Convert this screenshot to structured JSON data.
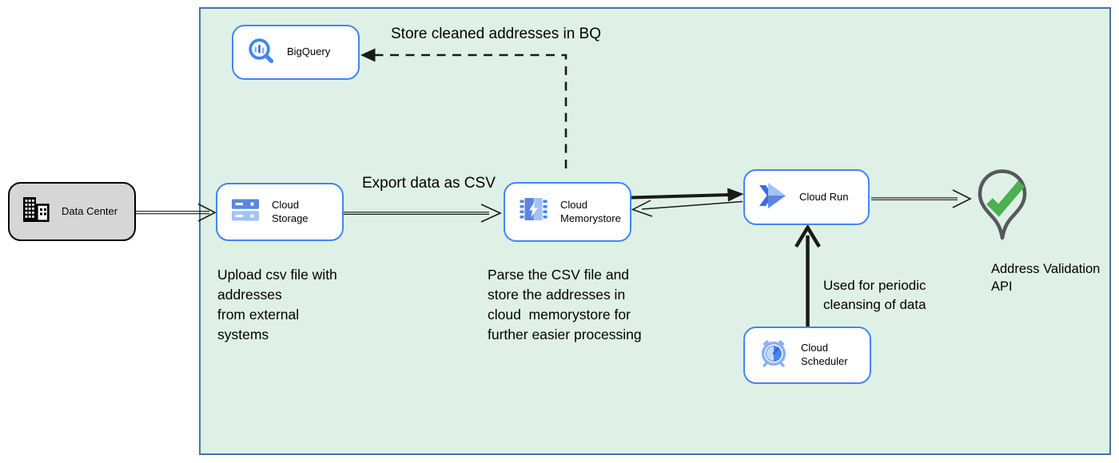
{
  "nodes": {
    "data_center": {
      "label": "Data Center"
    },
    "bigquery": {
      "label": "BigQuery"
    },
    "cloud_storage": {
      "label": "Cloud Storage"
    },
    "cloud_memorystore": {
      "label": "Cloud\nMemorystore"
    },
    "cloud_run": {
      "label": "Cloud Run"
    },
    "cloud_scheduler": {
      "label": "Cloud Scheduler"
    },
    "address_validation_api": {
      "label": "Address Validation\nAPI"
    }
  },
  "edge_labels": {
    "store_cleaned_addresses": "Store cleaned addresses in BQ",
    "export_data_csv": "Export data as CSV",
    "periodic_cleansing": "Used for periodic\ncleansing of data"
  },
  "annotations": {
    "upload_note": "Upload csv file with\naddresses\nfrom external\nsystems",
    "parse_note": "Parse the CSV file and\nstore the addresses in\ncloud  memorystore for\nfurther easier processing"
  },
  "colors": {
    "container_fill": "#dff1e6",
    "container_border": "#3c74ae",
    "node_fill": "#ffffff",
    "node_border": "#4285f4",
    "data_center_fill": "#d6d6d6",
    "data_center_border": "#000000",
    "arrow_color": "#1a1a1a",
    "icon_blue": "#4285f4",
    "icon_blue_deep": "#3d6ce0",
    "icon_blue_mid": "#5c85de",
    "icon_blue_light": "#a1c2fa",
    "icon_blue_soft": "#8ab0f8",
    "icon_blue_dark": "#3367d6",
    "icon_blue_pale": "#c6d9fb",
    "pin_outline": "#55585c",
    "check_green": "#4caf50"
  }
}
